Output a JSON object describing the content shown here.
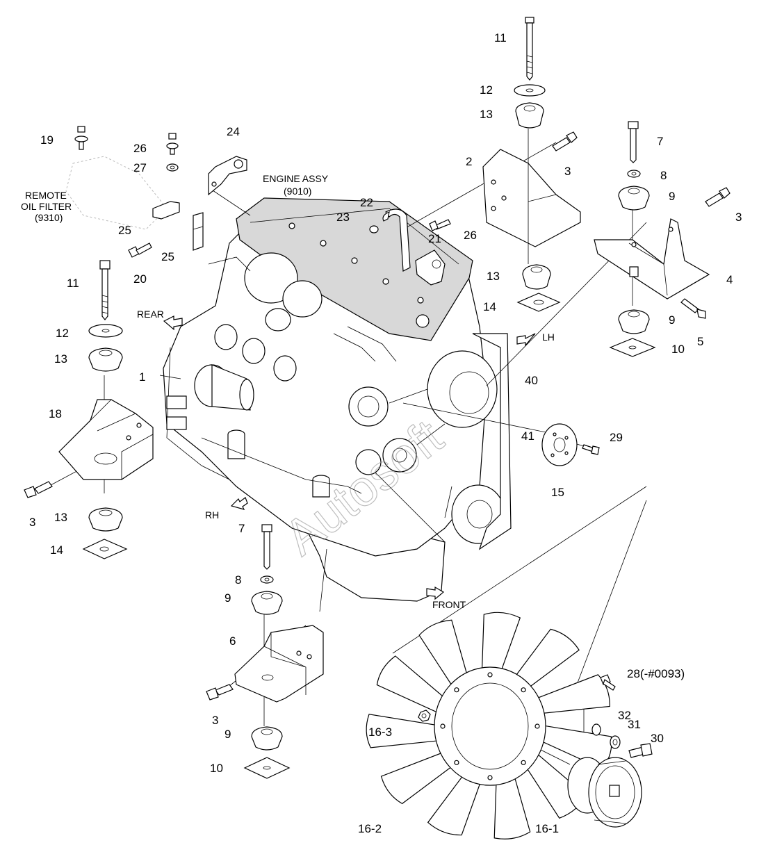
{
  "labels": {
    "engine_assy": "ENGINE ASSY",
    "engine_assy_code": "(9010)",
    "remote_oil_filter_1": "REMOTE",
    "remote_oil_filter_2": "OIL FILTER",
    "remote_oil_filter_code": "(9310)",
    "rear": "REAR",
    "lh": "LH",
    "rh": "RH",
    "front": "FRONT",
    "watermark": "Autosoft"
  },
  "callouts": {
    "p1": "1",
    "p2": "2",
    "p3a": "3",
    "p3b": "3",
    "p3c": "3",
    "p3d": "3",
    "p4": "4",
    "p5": "5",
    "p6": "6",
    "p7a": "7",
    "p7b": "7",
    "p8a": "8",
    "p8b": "8",
    "p9a": "9",
    "p9b": "9",
    "p9c": "9",
    "p9d": "9",
    "p10a": "10",
    "p10b": "10",
    "p11a": "11",
    "p11b": "11",
    "p12a": "12",
    "p12b": "12",
    "p13a": "13",
    "p13b": "13",
    "p13c": "13",
    "p13d": "13",
    "p14a": "14",
    "p14b": "14",
    "p15": "15",
    "p16_1": "16-1",
    "p16_2": "16-2",
    "p16_3": "16-3",
    "p18": "18",
    "p19": "19",
    "p20": "20",
    "p21": "21",
    "p22": "22",
    "p23": "23",
    "p24": "24",
    "p25a": "25",
    "p25b": "25",
    "p26a": "26",
    "p26b": "26",
    "p27": "27",
    "p28": "28(-#0093)",
    "p29": "29",
    "p30": "30",
    "p31": "31",
    "p32": "32",
    "p40": "40",
    "p41": "41"
  }
}
